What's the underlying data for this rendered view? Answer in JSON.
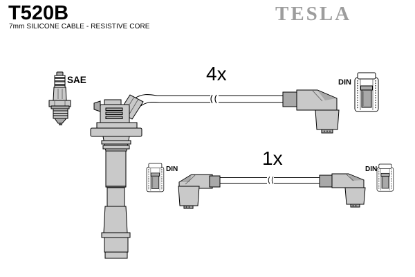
{
  "header": {
    "part_number": "T520B",
    "subtitle": "7mm SILICONE CABLE - RESISTIVE CORE",
    "brand_logo": "TESLA"
  },
  "diagram": {
    "spark_plug_label": "SAE",
    "main_cable_quantity": "4x",
    "single_cable_quantity": "1x",
    "din_label_top": "DIN",
    "din_label_left": "DIN",
    "din_label_right": "DIN"
  },
  "theme": {
    "background": "#ffffff",
    "outline": "#000000",
    "part_fill_light": "#c9c9c9",
    "part_fill_mid": "#a9a9a9",
    "part_fill_dark": "#4a4a4a",
    "brand_gray": "#9d9d9d",
    "text_color": "#000000"
  }
}
